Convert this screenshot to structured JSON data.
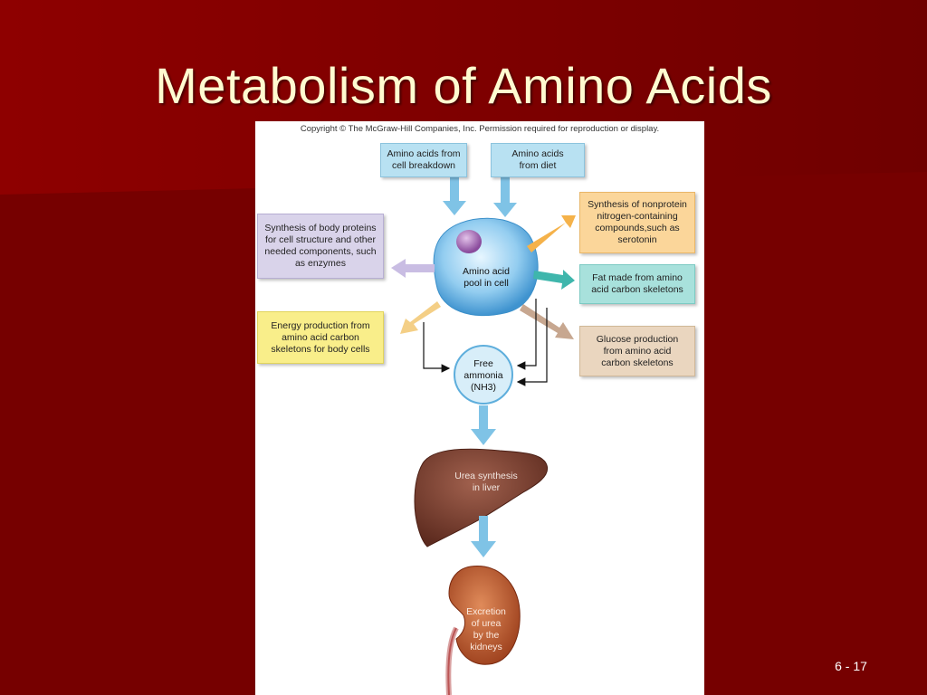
{
  "slide": {
    "title": "Metabolism of Amino Acids",
    "number": "6 - 17"
  },
  "figure": {
    "copyright": "Copyright © The McGraw-Hill Companies, Inc. Permission required for reproduction or display.",
    "sources": {
      "cell_breakdown": "Amino acids from\ncell breakdown",
      "diet": "Amino acids\nfrom diet"
    },
    "pool": "Amino acid\npool in cell",
    "outcomes": {
      "body_proteins": "Synthesis of body proteins\nfor cell structure and other\nneeded components, such\nas enzymes",
      "nonprotein": "Synthesis of nonprotein\nnitrogen-containing\ncompounds,such as\nserotonin",
      "fat": "Fat made from amino\nacid carbon skeletons",
      "energy": "Energy production from\namino acid carbon\nskeletons for body cells",
      "glucose": "Glucose production\nfrom amino acid\ncarbon skeletons"
    },
    "ammonia": "Free\nammonia\n(NH3)",
    "liver": "Urea synthesis\nin liver",
    "kidney": "Excretion\nof urea\nby the\nkidneys"
  },
  "colors": {
    "background": "#7a0000",
    "title": "#fffbd0",
    "arrow_blue": "#7fc3e6",
    "arrow_lavender": "#c9bde3",
    "arrow_orange": "#f5b24a",
    "arrow_teal": "#3fb6ac",
    "arrow_yellow": "#f4cf86",
    "arrow_tan": "#c7a790"
  }
}
